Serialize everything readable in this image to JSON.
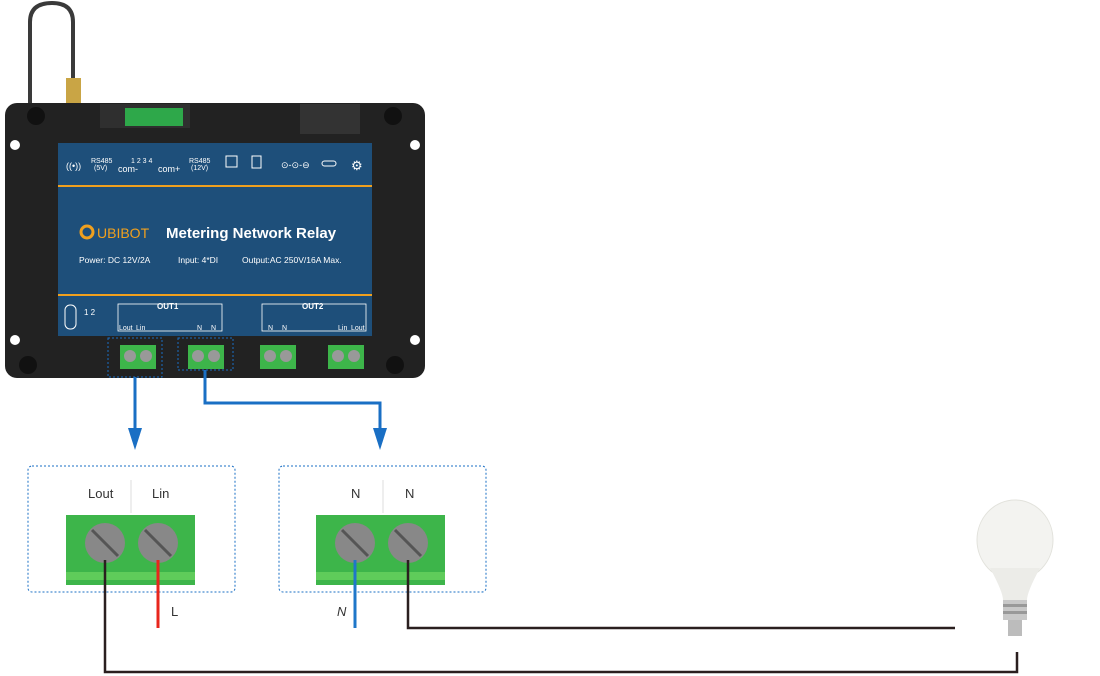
{
  "device": {
    "brand": "UBIBOT",
    "product_name": "Metering Network Relay",
    "power": "Power:  DC 12V/2A",
    "input": "Input:  4*DI",
    "output": "Output:AC 250V/16A Max.",
    "top_labels": {
      "rs485_5v": "RS485",
      "rs485_5v_sub": "(5V)",
      "com_minus": "com-",
      "com_plus": "com+",
      "di_numbers": "1 2 3 4",
      "rs485_12v": "RS485",
      "rs485_12v_sub": "(12V)"
    },
    "led_labels": "1 2",
    "out1": {
      "title": "OUT1",
      "terminals": [
        "Lout",
        "Lin",
        "N",
        "N"
      ]
    },
    "out2": {
      "title": "OUT2",
      "terminals": [
        "N",
        "N",
        "Lin",
        "Lout"
      ]
    }
  },
  "detail_left": {
    "labels": [
      "Lout",
      "Lin"
    ]
  },
  "detail_right": {
    "labels": [
      "N",
      "N"
    ]
  },
  "wires": {
    "live_label": "L",
    "neutral_label": "N"
  },
  "colors": {
    "live": "#e8261c",
    "neutral": "#1f77c9",
    "load": "#2a1f1f",
    "arrow": "#1a6fc4",
    "terminal": "#3db54a",
    "panel": "#1e4f7a",
    "accent": "#f0a01e"
  }
}
